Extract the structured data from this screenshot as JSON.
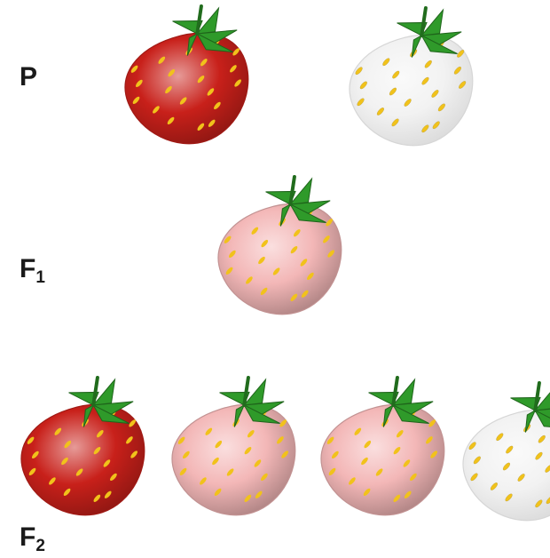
{
  "generations": {
    "parent": {
      "label": "P",
      "sub": ""
    },
    "f1": {
      "label": "F",
      "sub": "1"
    },
    "f2": {
      "label": "F",
      "sub": "2"
    }
  },
  "colors": {
    "red": "#c8201a",
    "pink": "#f3b7b7",
    "white": "#f2f2f2",
    "seed": "#f1c21b",
    "leaf": "#2f9a2a"
  },
  "fruits": {
    "parent": [
      "red",
      "white"
    ],
    "f1": [
      "pink"
    ],
    "f2": [
      "red",
      "pink",
      "pink",
      "white"
    ]
  }
}
